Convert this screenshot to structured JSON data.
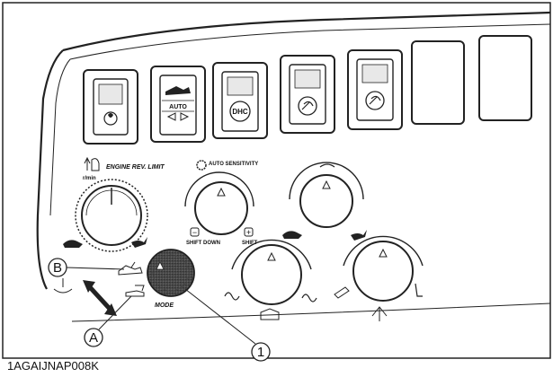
{
  "panel": {
    "engine_rev_limit_label": "ENGINE REV. LIMIT",
    "engine_rev_unit": "r/min",
    "auto_sensitivity_label": "AUTO SENSITIVITY",
    "shift_down_label": "SHIFT DOWN",
    "shift_up_label": "SHIFT",
    "minus_symbol": "−",
    "plus_symbol": "+",
    "mode_label": "MODE",
    "switch_auto_label": "AUTO",
    "switch_dhc_label": "DHC"
  },
  "callouts": {
    "a": "A",
    "b": "B",
    "one": "1"
  },
  "figure_id": "1AGAIJNAP008K",
  "icons": [
    "engine-warmup-switch-icon",
    "auto-shift-switch-icon",
    "dhc-switch-icon",
    "work-light-switch-icon",
    "beacon-switch-icon",
    "rabbit-icon",
    "turtle-icon"
  ]
}
